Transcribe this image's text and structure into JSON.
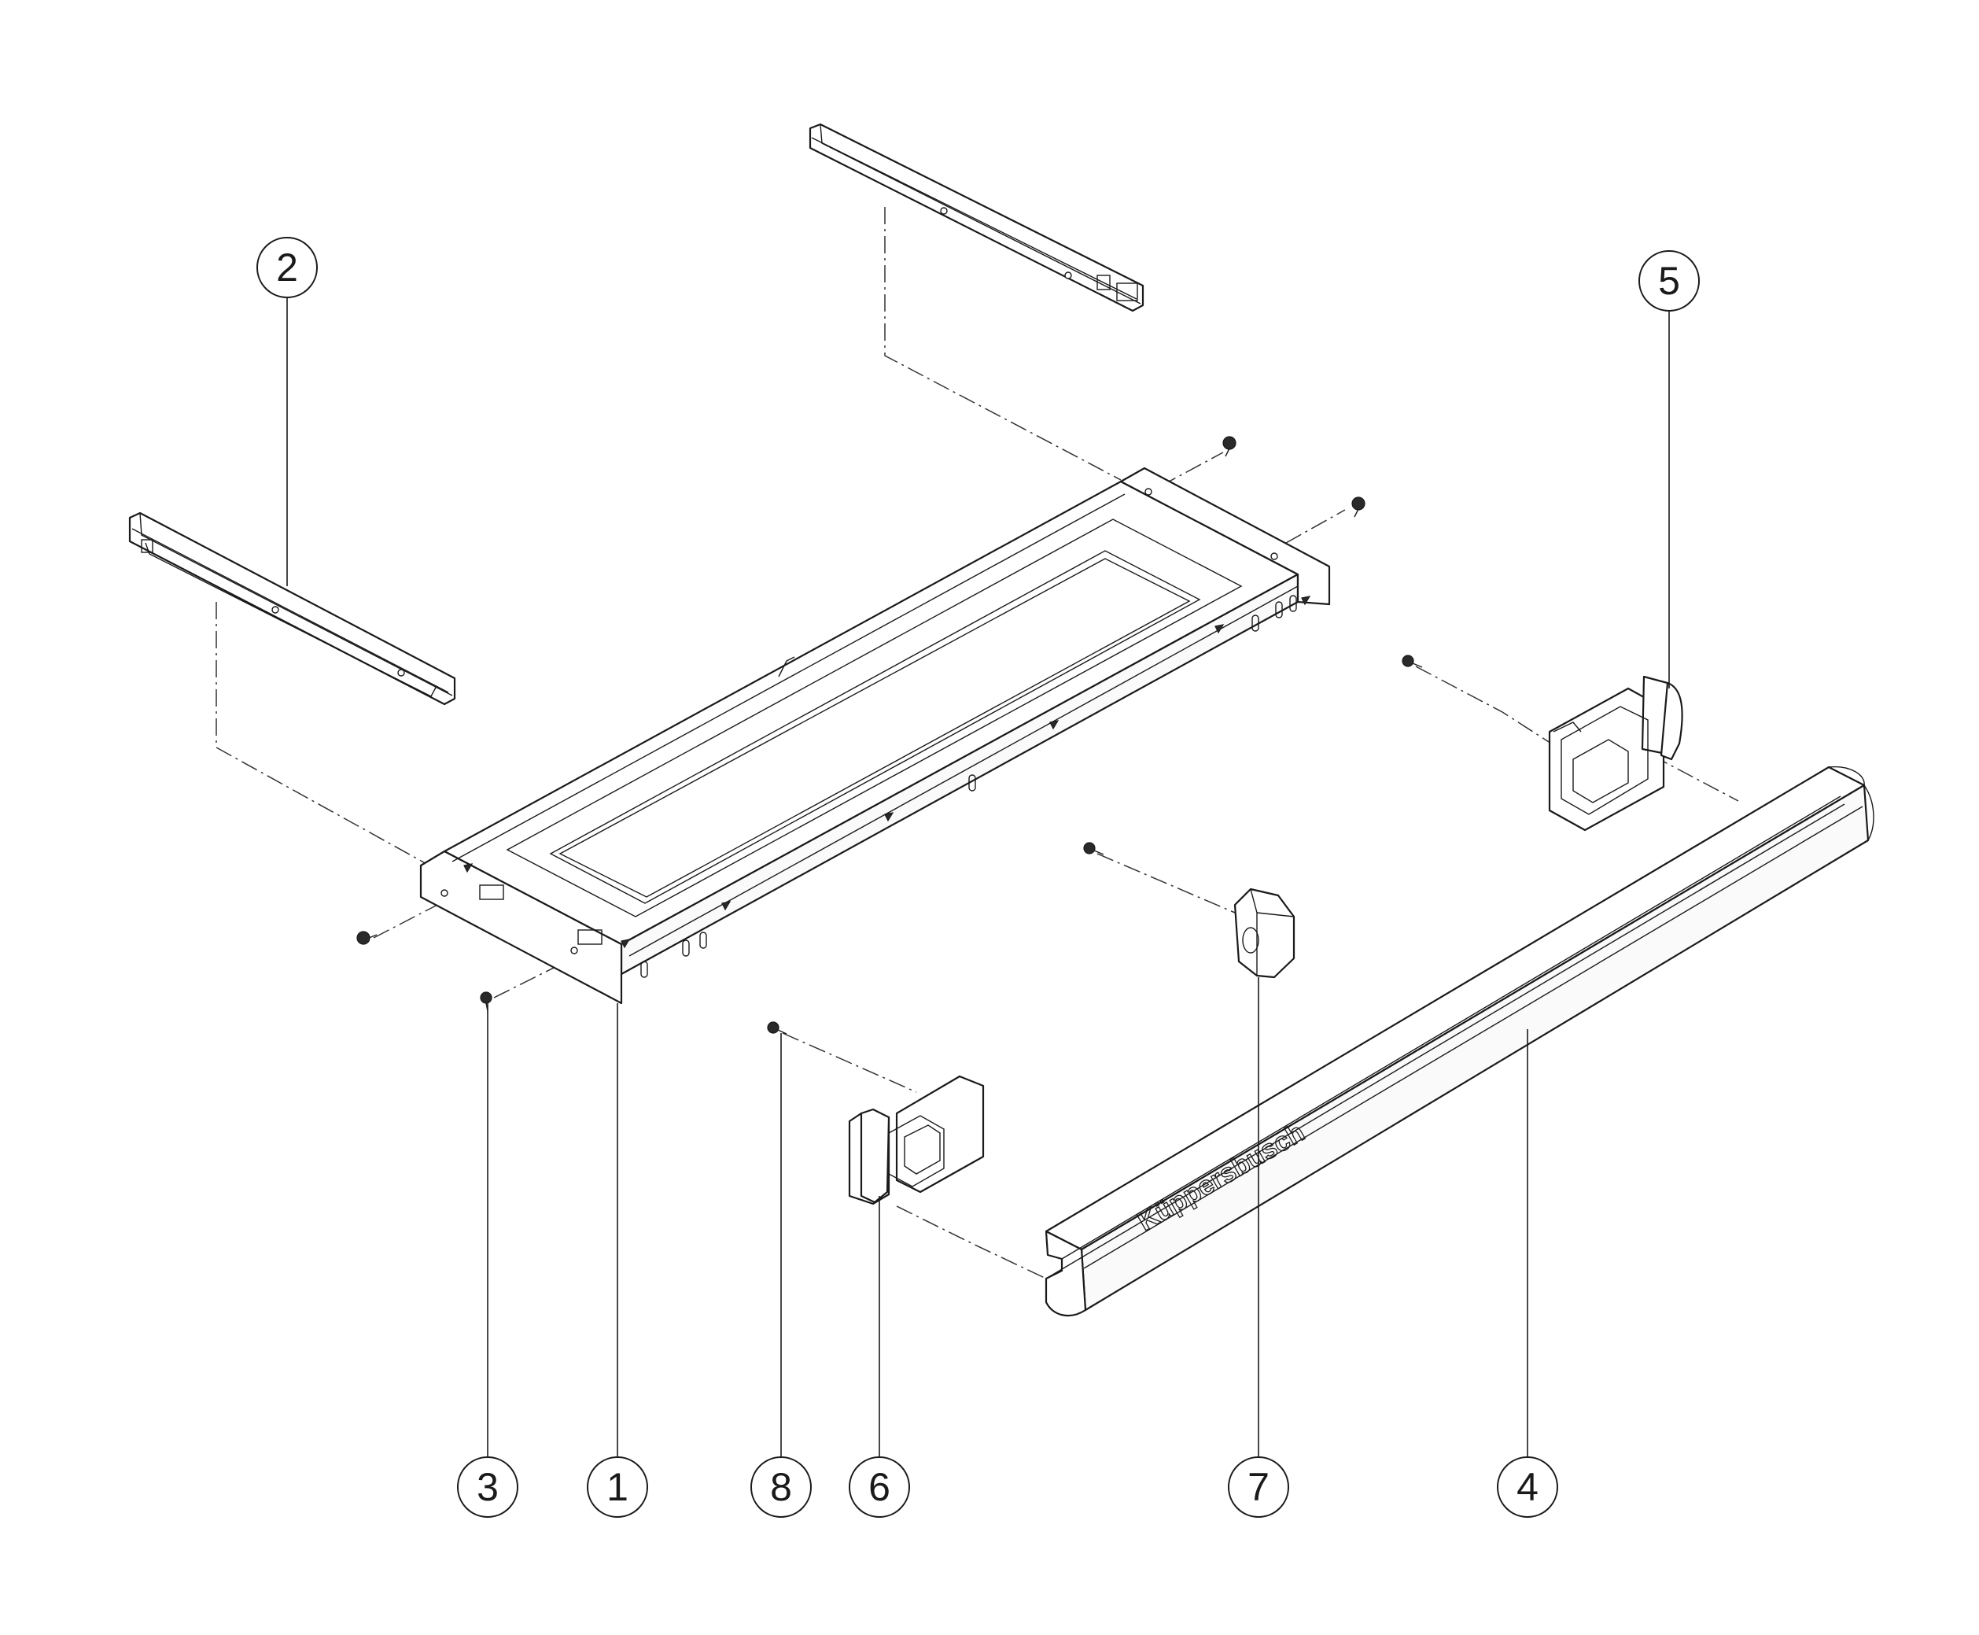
{
  "diagram": {
    "brand_mark": "Küppersbusch",
    "callouts": [
      {
        "id": "1",
        "label": "1"
      },
      {
        "id": "2",
        "label": "2"
      },
      {
        "id": "3",
        "label": "3"
      },
      {
        "id": "4",
        "label": "4"
      },
      {
        "id": "5",
        "label": "5"
      },
      {
        "id": "6",
        "label": "6"
      },
      {
        "id": "7",
        "label": "7"
      },
      {
        "id": "8",
        "label": "8"
      }
    ]
  }
}
